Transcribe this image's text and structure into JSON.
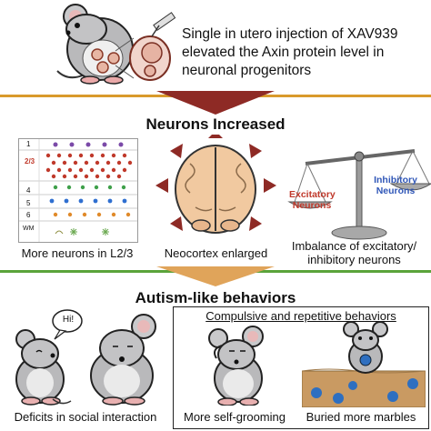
{
  "intro": {
    "line1": "Single in utero injection of XAV939",
    "line2": "elevated the Axin protein level in",
    "line3": "neuronal progenitors"
  },
  "section1": {
    "title": "Neurons Increased",
    "layers": {
      "l1": "1",
      "l23": "2/3",
      "l4": "4",
      "l5": "5",
      "l6": "6",
      "wm": "WM"
    },
    "caption_left": "More neurons in L2/3",
    "caption_mid": "Neocortex enlarged",
    "caption_right_1": "Imbalance of excitatory/",
    "caption_right_2": "inhibitory neurons",
    "scale_left_1": "Excitatory",
    "scale_left_2": "Neurons",
    "scale_right_1": "Inhibitory",
    "scale_right_2": "Neurons"
  },
  "section2": {
    "title": "Autism-like behaviors",
    "speech": "Hi!",
    "caption_left": "Deficits in social interaction",
    "box_title": "Compulsive and repetitive behaviors",
    "caption_mid": "More self-grooming",
    "caption_right": "Buried more marbles"
  },
  "colors": {
    "orange_rule": "#d99a2b",
    "green_rule": "#5aa33a",
    "arrow_red": "#8e2a25",
    "excitatory_red": "#c0392b",
    "inhibitory_blue": "#3057b8"
  }
}
